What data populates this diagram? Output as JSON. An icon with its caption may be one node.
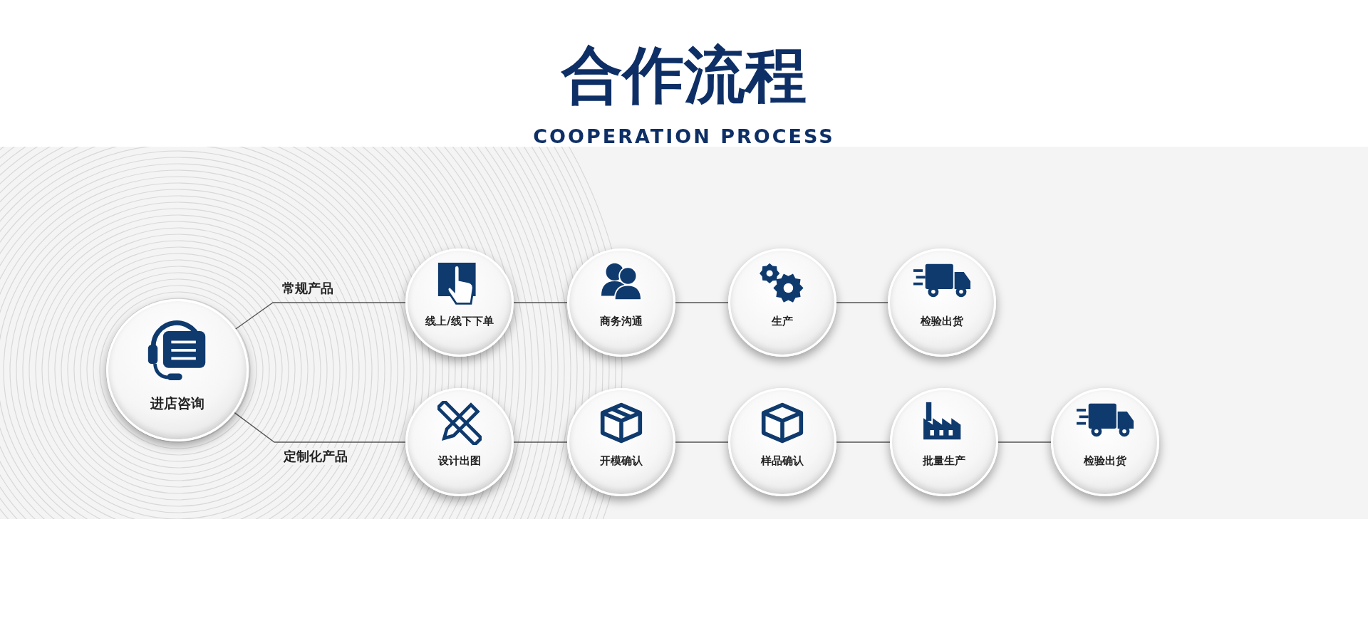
{
  "diagram": {
    "title": "合作流程",
    "caption": "COOPERATION PROCESS",
    "nodes": [
      {
        "text": [
          "进店咨询"
        ]
      },
      {
        "text": [
          "线上/线下下单"
        ]
      },
      {
        "text": [
          "商务沟通"
        ]
      },
      {
        "text": [
          "生产"
        ]
      },
      {
        "text": [
          "检验出货"
        ]
      },
      {
        "text": [
          "设计出图"
        ]
      },
      {
        "text": [
          "开模确认"
        ]
      },
      {
        "text": [
          "样品确认"
        ]
      },
      {
        "text": [
          "批量生产"
        ]
      },
      {
        "text": [
          "检验出货"
        ]
      }
    ],
    "edges": [
      {
        "from": 0,
        "to": 1,
        "arrow": "none",
        "label": "常规产品"
      },
      {
        "from": 1,
        "to": 2,
        "arrow": "none"
      },
      {
        "from": 2,
        "to": 3,
        "arrow": "none"
      },
      {
        "from": 3,
        "to": 4,
        "arrow": "none"
      },
      {
        "from": 0,
        "to": 5,
        "arrow": "none",
        "label": "定制化产品"
      },
      {
        "from": 5,
        "to": 6,
        "arrow": "none"
      },
      {
        "from": 6,
        "to": 7,
        "arrow": "none"
      },
      {
        "from": 7,
        "to": 8,
        "arrow": "none"
      },
      {
        "from": 8,
        "to": 9,
        "arrow": "none"
      }
    ]
  }
}
